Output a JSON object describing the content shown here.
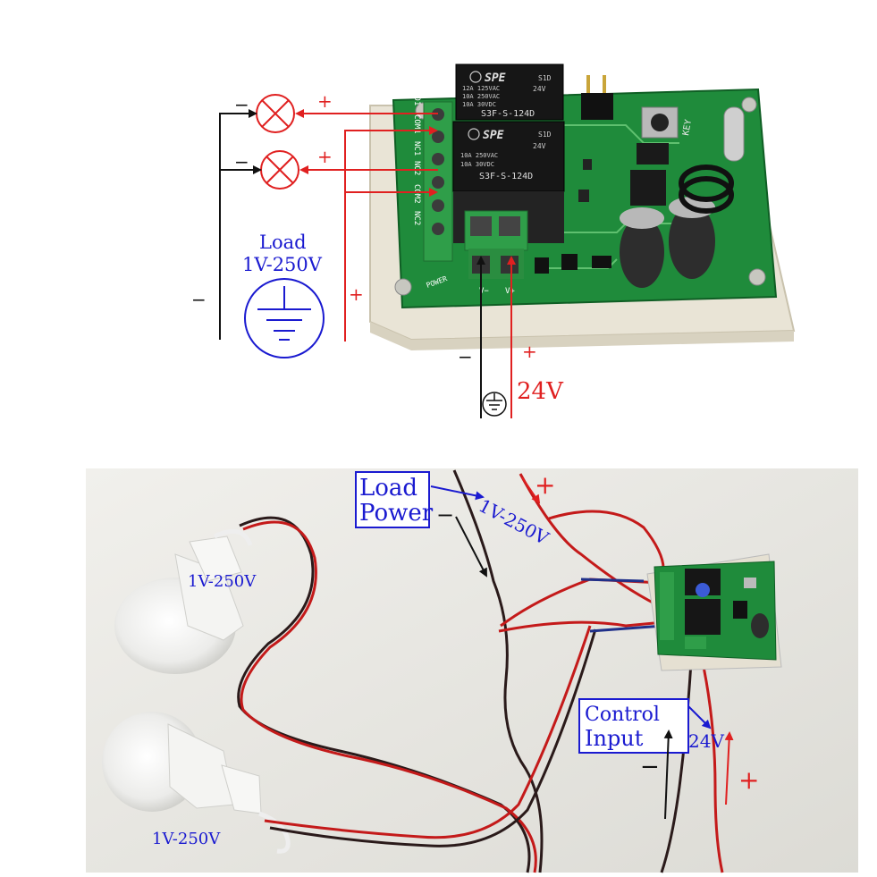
{
  "colors": {
    "accent_red": "#e02020",
    "label_blue": "#1a1ad0",
    "wire_black": "#111111",
    "pcb_green": "#1e8a3a",
    "terminal_green": "#2f9e49",
    "relay_black": "#161616",
    "photo_bg": "#e9e8e3"
  },
  "top_diagram": {
    "lamp1": {
      "minus": "−",
      "plus": "+"
    },
    "lamp2": {
      "minus": "−",
      "plus": "+"
    },
    "load_text_1": "Load",
    "load_text_2": "1V-250V",
    "left_minus": "−",
    "mid_plus": "+",
    "power_minus": "−",
    "power_plus": "+",
    "power_voltage": "24V",
    "relays": [
      {
        "brand": "SPE",
        "code": "S1D",
        "ratings": [
          "12A 125VAC",
          "10A 250VAC",
          "10A 30VDC"
        ],
        "coil": "24V",
        "model": "S3F-S-124D"
      },
      {
        "brand": "SPE",
        "code": "S1D",
        "ratings": [
          "10A 250VAC",
          "10A 30VDC"
        ],
        "coil": "24V",
        "model": "S3F-S-124D"
      }
    ],
    "terminal_labels": [
      "NO1",
      "COM1",
      "NC1",
      "NO2",
      "COM2",
      "NC2"
    ],
    "key_label": "KEY",
    "power_label": "POWER",
    "vminus_label": "V−",
    "vplus_label": "V+"
  },
  "bottom_photo": {
    "load_power_box": [
      "Load",
      "Power"
    ],
    "load_power_minus": "−",
    "load_power_voltage": "1V-250V",
    "load_power_plus": "+",
    "bulb_top_label": "1V-250V",
    "bulb_bottom_label": "1V-250V",
    "control_input_box": [
      "Control",
      "Input"
    ],
    "control_voltage": "24V",
    "control_minus": "−",
    "control_plus": "+"
  }
}
